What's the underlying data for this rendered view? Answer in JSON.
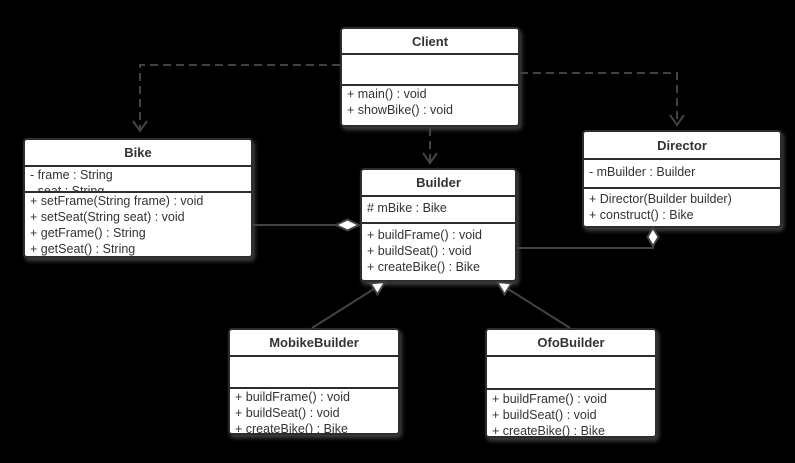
{
  "diagram": {
    "kind": "uml-class-diagram",
    "pattern": "Builder design pattern (bike example)",
    "background_color": "#000000",
    "box_fill": "#ffffff",
    "box_border_color": "#2d2d2d",
    "line_color": "#424242",
    "text_color": "#333333"
  },
  "classes": [
    {
      "id": "client",
      "title": "Client",
      "attributes": [],
      "methods": [
        "+ main() : void",
        "+ showBike() : void"
      ]
    },
    {
      "id": "bike",
      "title": "Bike",
      "attributes": [
        "- frame : String",
        "- seat : String"
      ],
      "methods": [
        "+ setFrame(String frame) : void",
        "+ setSeat(String seat) : void",
        "+ getFrame() : String",
        "+ getSeat() : String"
      ]
    },
    {
      "id": "builder",
      "title": "Builder",
      "attributes": [
        "# mBike : Bike"
      ],
      "methods": [
        "+ buildFrame() : void",
        "+ buildSeat() : void",
        "+ createBike() : Bike"
      ]
    },
    {
      "id": "director",
      "title": "Director",
      "attributes": [
        "- mBuilder : Builder"
      ],
      "methods": [
        "+ Director(Builder builder)",
        "+ construct() : Bike"
      ]
    },
    {
      "id": "mobike-builder",
      "title": "MobikeBuilder",
      "attributes": [],
      "methods": [
        "+ buildFrame() : void",
        "+ buildSeat() : void",
        "+ createBike() : Bike"
      ]
    },
    {
      "id": "ofo-builder",
      "title": "OfoBuilder",
      "attributes": [],
      "methods": [
        "+ buildFrame() : void",
        "+ buildSeat() : void",
        "+ createBike() : Bike"
      ]
    }
  ],
  "relationships": [
    {
      "from": "Client",
      "to": "Bike",
      "type": "dependency",
      "line": "dashed",
      "marker": "open-arrow"
    },
    {
      "from": "Client",
      "to": "Builder",
      "type": "dependency",
      "line": "dashed",
      "marker": "open-arrow"
    },
    {
      "from": "Client",
      "to": "Director",
      "type": "dependency",
      "line": "dashed",
      "marker": "open-arrow"
    },
    {
      "from": "Bike",
      "to": "Builder",
      "type": "aggregation",
      "line": "solid",
      "marker": "hollow-diamond-at-builder"
    },
    {
      "from": "Builder",
      "to": "Director",
      "type": "aggregation",
      "line": "solid",
      "marker": "hollow-diamond-at-director"
    },
    {
      "from": "MobikeBuilder",
      "to": "Builder",
      "type": "generalization",
      "line": "solid",
      "marker": "hollow-triangle-at-builder"
    },
    {
      "from": "OfoBuilder",
      "to": "Builder",
      "type": "generalization",
      "line": "solid",
      "marker": "hollow-triangle-at-builder"
    }
  ]
}
